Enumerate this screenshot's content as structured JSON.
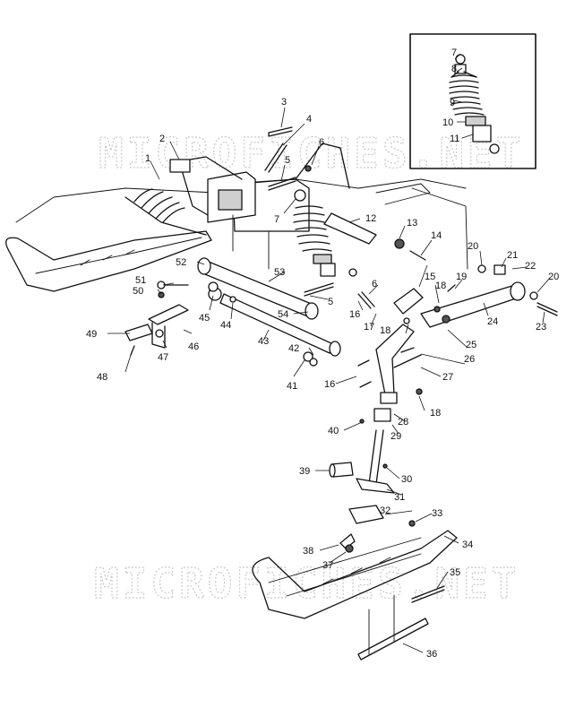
{
  "watermarks": [
    "MICROFICHES.NET",
    "MICROFICHES.NET"
  ],
  "callouts": [
    {
      "id": "c3",
      "text": "3"
    },
    {
      "id": "c4",
      "text": "4"
    },
    {
      "id": "c2",
      "text": "2"
    },
    {
      "id": "c6a",
      "text": "6"
    },
    {
      "id": "c1",
      "text": "1"
    },
    {
      "id": "c5a",
      "text": "5"
    },
    {
      "id": "c7a",
      "text": "7"
    },
    {
      "id": "c12",
      "text": "12"
    },
    {
      "id": "c13",
      "text": "13"
    },
    {
      "id": "c14",
      "text": "14"
    },
    {
      "id": "c52",
      "text": "52"
    },
    {
      "id": "c53",
      "text": "53"
    },
    {
      "id": "c51",
      "text": "51"
    },
    {
      "id": "c50",
      "text": "50"
    },
    {
      "id": "c45",
      "text": "45"
    },
    {
      "id": "c44",
      "text": "44"
    },
    {
      "id": "c54",
      "text": "54"
    },
    {
      "id": "c5b",
      "text": "5"
    },
    {
      "id": "c6b",
      "text": "6"
    },
    {
      "id": "c16a",
      "text": "16"
    },
    {
      "id": "c15",
      "text": "15"
    },
    {
      "id": "c18a",
      "text": "18"
    },
    {
      "id": "c17",
      "text": "17"
    },
    {
      "id": "c18b",
      "text": "18"
    },
    {
      "id": "c19",
      "text": "19"
    },
    {
      "id": "c20a",
      "text": "20"
    },
    {
      "id": "c21",
      "text": "21"
    },
    {
      "id": "c22",
      "text": "22"
    },
    {
      "id": "c20b",
      "text": "20"
    },
    {
      "id": "c23",
      "text": "23"
    },
    {
      "id": "c24",
      "text": "24"
    },
    {
      "id": "c25",
      "text": "25"
    },
    {
      "id": "c26",
      "text": "26"
    },
    {
      "id": "c27",
      "text": "27"
    },
    {
      "id": "c49",
      "text": "49"
    },
    {
      "id": "c46",
      "text": "46"
    },
    {
      "id": "c47",
      "text": "47"
    },
    {
      "id": "c48",
      "text": "48"
    },
    {
      "id": "c43",
      "text": "43"
    },
    {
      "id": "c42",
      "text": "42"
    },
    {
      "id": "c41",
      "text": "41"
    },
    {
      "id": "c16b",
      "text": "16"
    },
    {
      "id": "c18c",
      "text": "18"
    },
    {
      "id": "c28",
      "text": "28"
    },
    {
      "id": "c40",
      "text": "40"
    },
    {
      "id": "c29",
      "text": "29"
    },
    {
      "id": "c39",
      "text": "39"
    },
    {
      "id": "c30",
      "text": "30"
    },
    {
      "id": "c31",
      "text": "31"
    },
    {
      "id": "c32",
      "text": "32"
    },
    {
      "id": "c33",
      "text": "33"
    },
    {
      "id": "c34",
      "text": "34"
    },
    {
      "id": "c38",
      "text": "38"
    },
    {
      "id": "c37",
      "text": "37"
    },
    {
      "id": "c35",
      "text": "35"
    },
    {
      "id": "c36",
      "text": "36"
    },
    {
      "id": "c7b",
      "text": "7"
    },
    {
      "id": "c8",
      "text": "8"
    },
    {
      "id": "c9",
      "text": "9"
    },
    {
      "id": "c10",
      "text": "10"
    },
    {
      "id": "c11",
      "text": "11"
    }
  ]
}
